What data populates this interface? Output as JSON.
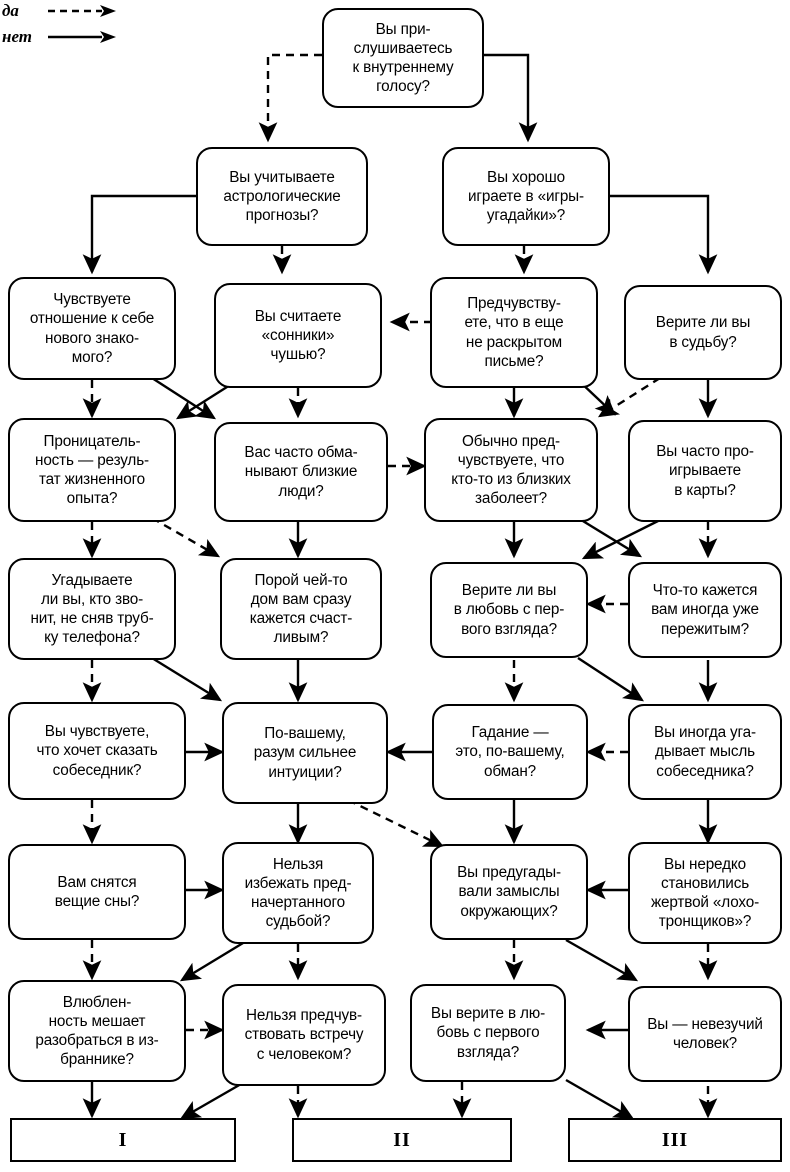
{
  "diagram": {
    "title": "Flowchart questionnaire on intuition",
    "legend": {
      "yes_label": "да",
      "yes_style": "dashed-arrow",
      "no_label": "нет",
      "no_style": "solid-arrow"
    },
    "line_color": "#000000",
    "box_fill": "#ffffff"
  },
  "nodes": {
    "n_root": {
      "text": "Вы при-\nслушиваетесь\nк внутреннему\nголосу?"
    },
    "n_astro": {
      "text": "Вы учитываете\nастрологические\nпрогнозы?"
    },
    "n_games": {
      "text": "Вы хорошо\nиграете в «игры-\nугадайки»?"
    },
    "n_feel": {
      "text": "Чувствуете\nотношение к себе\nнового знако-\nмого?"
    },
    "n_dream": {
      "text": "Вы считаете\n«сонники»\nчушью?"
    },
    "n_letter": {
      "text": "Предчувству-\nете, что в еще\nне раскрытом\nписьме?"
    },
    "n_fate": {
      "text": "Верите ли вы\nв судьбу?"
    },
    "n_insight": {
      "text": "Проницатель-\nность — резуль-\nтат жизненного\nопыта?"
    },
    "n_deceive": {
      "text": "Вас часто обма-\nнывают близкие\nлюди?"
    },
    "n_illness": {
      "text": "Обычно пред-\nчувствуете, что\nкто-то из близких\nзаболеет?"
    },
    "n_cards": {
      "text": "Вы часто про-\nигрываете\nв карты?"
    },
    "n_phone": {
      "text": "Угадываете\nли вы, кто зво-\nнит, не сняв труб-\nку телефона?"
    },
    "n_house": {
      "text": "Порой чей-то\nдом вам сразу\nкажется счаст-\nливым?"
    },
    "n_love1": {
      "text": "Верите ли вы\nв любовь с пер-\nвого взгляда?"
    },
    "n_dejavu": {
      "text": "Что-то кажется\nвам иногда уже\nпережитым?"
    },
    "n_listen": {
      "text": "Вы чувствуете,\nчто хочет сказать\nсобеседник?"
    },
    "n_reason": {
      "text": "По-вашему,\nразум сильнее\nинтуиции?"
    },
    "n_fortune": {
      "text": "Гадание —\nэто, по-вашему,\nобман?"
    },
    "n_thought": {
      "text": "Вы иногда уга-\nдывает мысль\nсобеседника?"
    },
    "n_sleep": {
      "text": "Вам снятся\nвещие сны?"
    },
    "n_destiny": {
      "text": "Нельзя\nизбежать пред-\nначертанного\nсудьбой?"
    },
    "n_plans": {
      "text": "Вы предугады-\nвали замыслы\nокружающих?"
    },
    "n_victim": {
      "text": "Вы нередко\nстановились\nжертвой «лохо-\nтронщиков»?"
    },
    "n_inlove": {
      "text": "Влюблен-\nность мешает\nразобраться в из-\nбраннике?"
    },
    "n_meet": {
      "text": "Нельзя предчув-\nствовать встречу\nс человеком?"
    },
    "n_love2": {
      "text": "Вы верите в лю-\nбовь с первого\nвзгляда?"
    },
    "n_unlucky": {
      "text": "Вы — невезучий\nчеловек?"
    }
  },
  "results": {
    "r1": {
      "label": "I"
    },
    "r2": {
      "label": "II"
    },
    "r3": {
      "label": "III"
    }
  }
}
